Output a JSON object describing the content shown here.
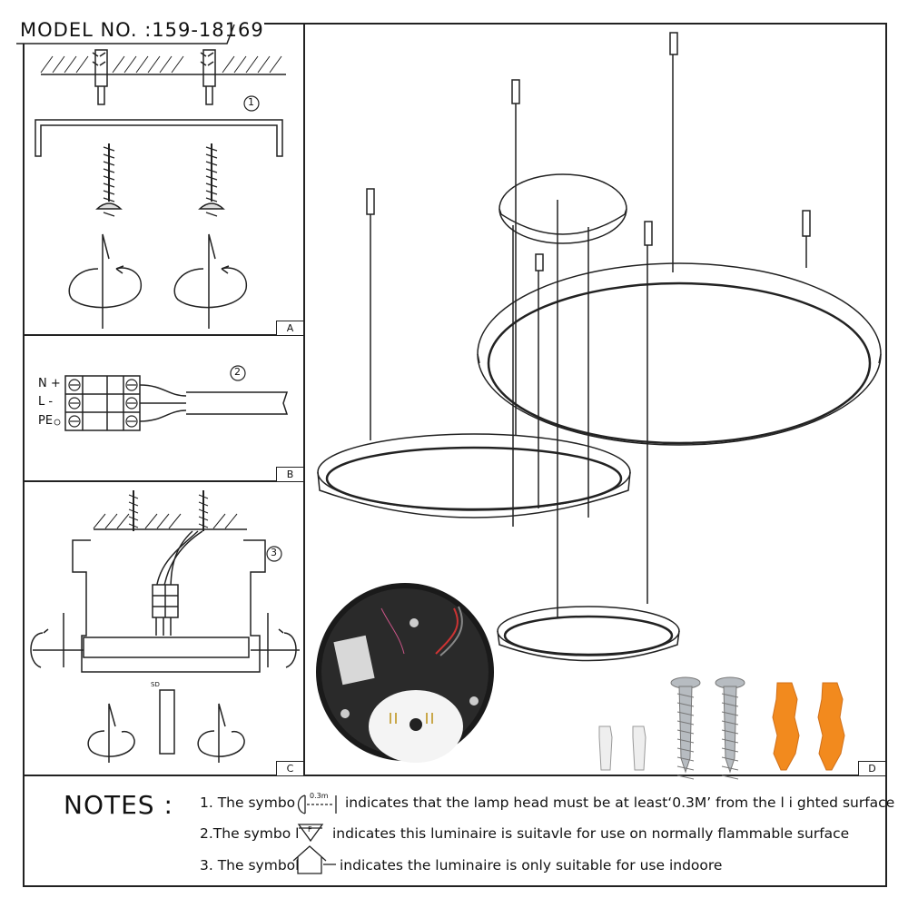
{
  "header": {
    "model_number": "MODEL NO. :159-18169"
  },
  "panels": {
    "a": {
      "tag": "A",
      "step": "1"
    },
    "b": {
      "tag": "B",
      "step": "2",
      "terminals": [
        "N +",
        "L -",
        "PE"
      ]
    },
    "c": {
      "tag": "C",
      "step": "3",
      "mini_label": "SD"
    },
    "d": {
      "tag": "D"
    }
  },
  "notes": {
    "title": "NOTES :",
    "line1_a": "1. The symbo",
    "line1_symbol": "0.3m",
    "line1_b": "indicates that the lamp head must be at least‘0.3M’ from the l i ghted surface",
    "line2_a": "2.The symbo l",
    "line2_symbol": "F",
    "line2_b": "indicates this luminaire is suitavle for use on normally flammable surface",
    "line3_a": "3. The symbol",
    "line3_b": "indicates the luminaire is only suitable for use indoore"
  },
  "colors": {
    "line": "#222222",
    "anchor": "#f28a1e",
    "canopy": "#1a1a1a",
    "screw": "#9aa0a6"
  }
}
